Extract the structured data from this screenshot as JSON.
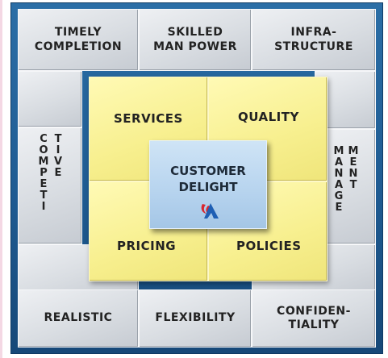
{
  "outer": {
    "top_left": "TIMELY\nCOMPLETION",
    "top_mid": "SKILLED\nMAN POWER",
    "top_right": "INFRA-\nSTRUCTURE",
    "bottom_left": "REALISTIC",
    "bottom_mid": "FLEXIBILITY",
    "bottom_right": "CONFIDEN-\nTIALITY",
    "left_col1": "C\nO\nM\nP\nE\nT\nI",
    "left_col2": "T\nI\nV\nE",
    "right_col1": "M\nA\nN\nA\nG\nE",
    "right_col2": "M\nE\nN\nT"
  },
  "inner": {
    "top_left": "SERVICES",
    "top_right": "QUALITY",
    "bottom_left": "PRICING",
    "bottom_right": "POLICIES"
  },
  "center": {
    "label": "CUSTOMER\nDELIGHT",
    "icon": "company-logo-icon"
  },
  "colors": {
    "frame": "#1f5b92",
    "outer_cell": "#d9dde2",
    "inner_cell": "#f7ef8e",
    "center_cell": "#b6d3ee",
    "logo_red": "#d8262e",
    "logo_blue": "#1f5fb4"
  }
}
